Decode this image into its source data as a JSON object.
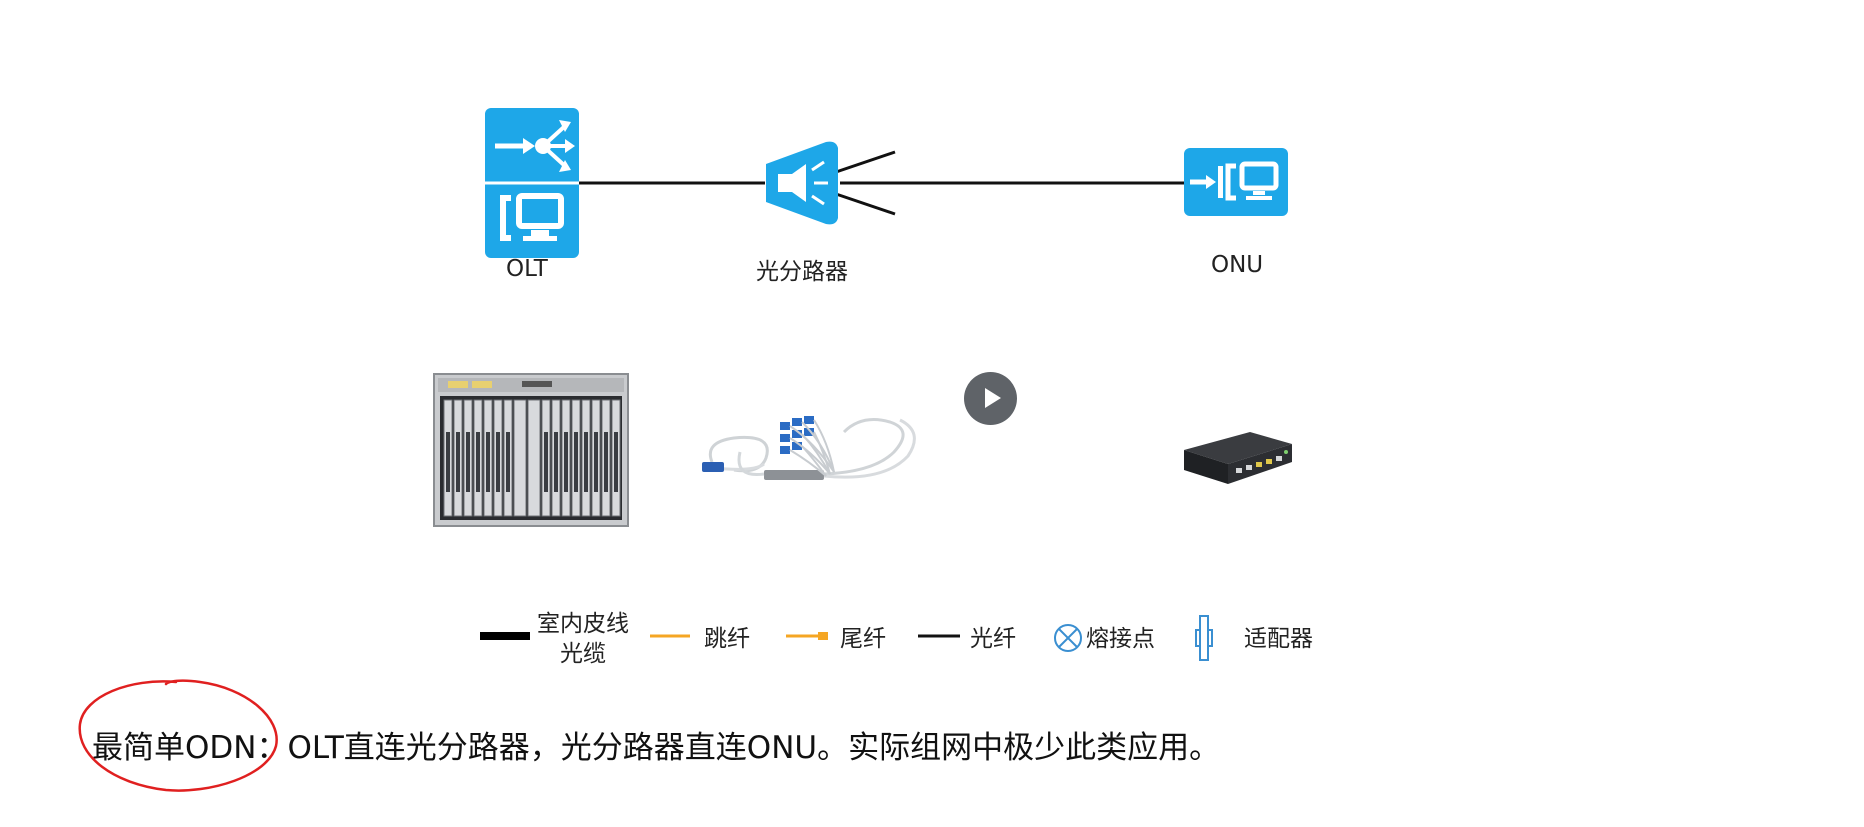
{
  "diagram": {
    "nodes": {
      "olt": {
        "label": "OLT"
      },
      "splitter": {
        "label": "光分路器"
      },
      "onu": {
        "label": "ONU"
      }
    },
    "icon_color": "#1ea7e8",
    "link_color": "#111111"
  },
  "photos": [
    {
      "icon": "olt-chassis-photo"
    },
    {
      "icon": "optical-splitter-photo"
    },
    {
      "icon": "onu-device-photo"
    }
  ],
  "legend": {
    "indoor_cable_line1": "室内皮线",
    "indoor_cable_line2": "光缆",
    "patch_cord": "跳纤",
    "pigtail": "尾纤",
    "fiber": "光纤",
    "splice_point": "熔接点",
    "adapter": "适配器",
    "colors": {
      "indoor_cable": "#000000",
      "patch_cord": "#f5a623",
      "pigtail": "#f5a623",
      "fiber": "#111111",
      "splice_point": "#3a8fd1",
      "adapter": "#3a8fd1"
    }
  },
  "caption": {
    "highlight": "最简单ODN：",
    "text": "OLT直连光分路器，光分路器直连ONU。实际组网中极少此类应用。",
    "annotation_color": "#e02020"
  },
  "player": {
    "icon": "play-icon"
  }
}
